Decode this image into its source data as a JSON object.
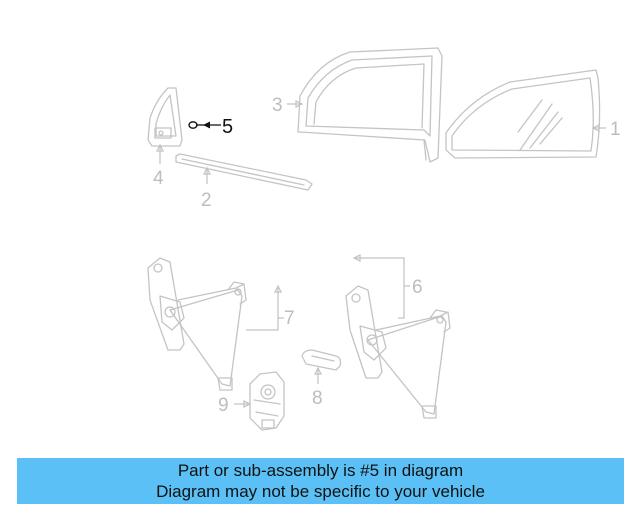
{
  "diagram": {
    "callouts": {
      "c1": "1",
      "c2": "2",
      "c3": "3",
      "c4": "4",
      "c5": "5",
      "c6": "6",
      "c7": "7",
      "c8": "8",
      "c9": "9"
    },
    "highlighted_part": "5"
  },
  "banner": {
    "line1": "Part or sub-assembly is #5 in diagram",
    "line2": "Diagram may not be specific to your vehicle"
  },
  "colors": {
    "banner_bg": "#5bc0f5",
    "part_stroke": "#c4c4c4",
    "highlight": "#111111"
  }
}
